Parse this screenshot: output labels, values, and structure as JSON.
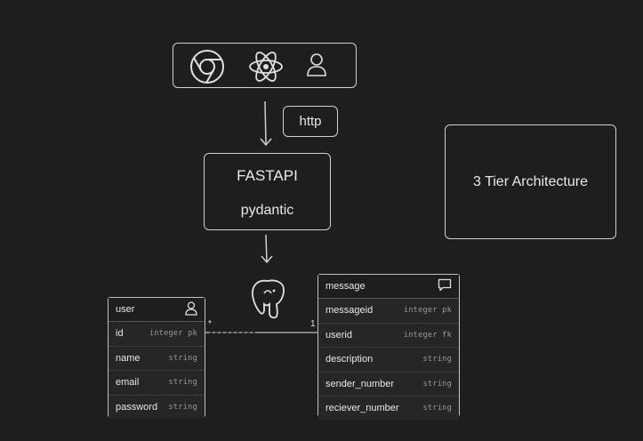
{
  "clients": {
    "icons": [
      "chrome-icon",
      "react-icon",
      "user-icon"
    ]
  },
  "http_label": "http",
  "api": {
    "title": "FASTAPI",
    "subtitle": "pydantic"
  },
  "tier_label": "3 Tier Architecture",
  "database": {
    "icon": "postgresql-icon"
  },
  "tables": {
    "user": {
      "name": "user",
      "icon": "user-icon",
      "columns": [
        {
          "name": "id",
          "type": "integer pk"
        },
        {
          "name": "name",
          "type": "string"
        },
        {
          "name": "email",
          "type": "string"
        },
        {
          "name": "password",
          "type": "string"
        }
      ]
    },
    "message": {
      "name": "message",
      "icon": "message-icon",
      "columns": [
        {
          "name": "messageid",
          "type": "integer pk"
        },
        {
          "name": "userid",
          "type": "integer fk"
        },
        {
          "name": "description",
          "type": "string"
        },
        {
          "name": "sender_number",
          "type": "string"
        },
        {
          "name": "reciever_number",
          "type": "string"
        }
      ]
    }
  },
  "relation": {
    "from_cardinality": "*",
    "to_cardinality": "1"
  }
}
